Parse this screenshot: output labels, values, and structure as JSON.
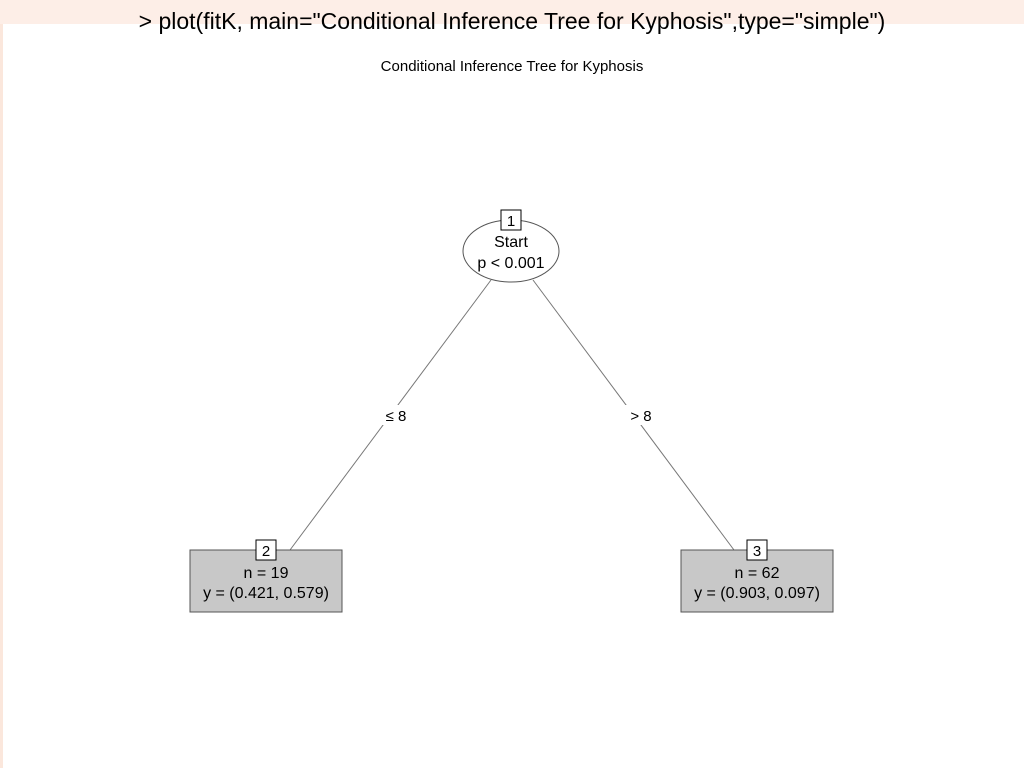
{
  "console": {
    "command": "> plot(fitK, main=\"Conditional Inference Tree for Kyphosis\",type=\"simple\")"
  },
  "diagram": {
    "title": "Conditional Inference Tree for Kyphosis",
    "root": {
      "id": "1",
      "variable": "Start",
      "p_value": "p < 0.001"
    },
    "edges": [
      {
        "label": "≤ 8"
      },
      {
        "label": "> 8"
      }
    ],
    "leaves": [
      {
        "id": "2",
        "n": "n = 19",
        "y": "y = (0.421, 0.579)"
      },
      {
        "id": "3",
        "n": "n = 62",
        "y": "y = (0.903, 0.097)"
      }
    ],
    "colors": {
      "leaf_fill": "#c8c8c8",
      "edge": "#777777",
      "node_border": "#555555"
    }
  }
}
